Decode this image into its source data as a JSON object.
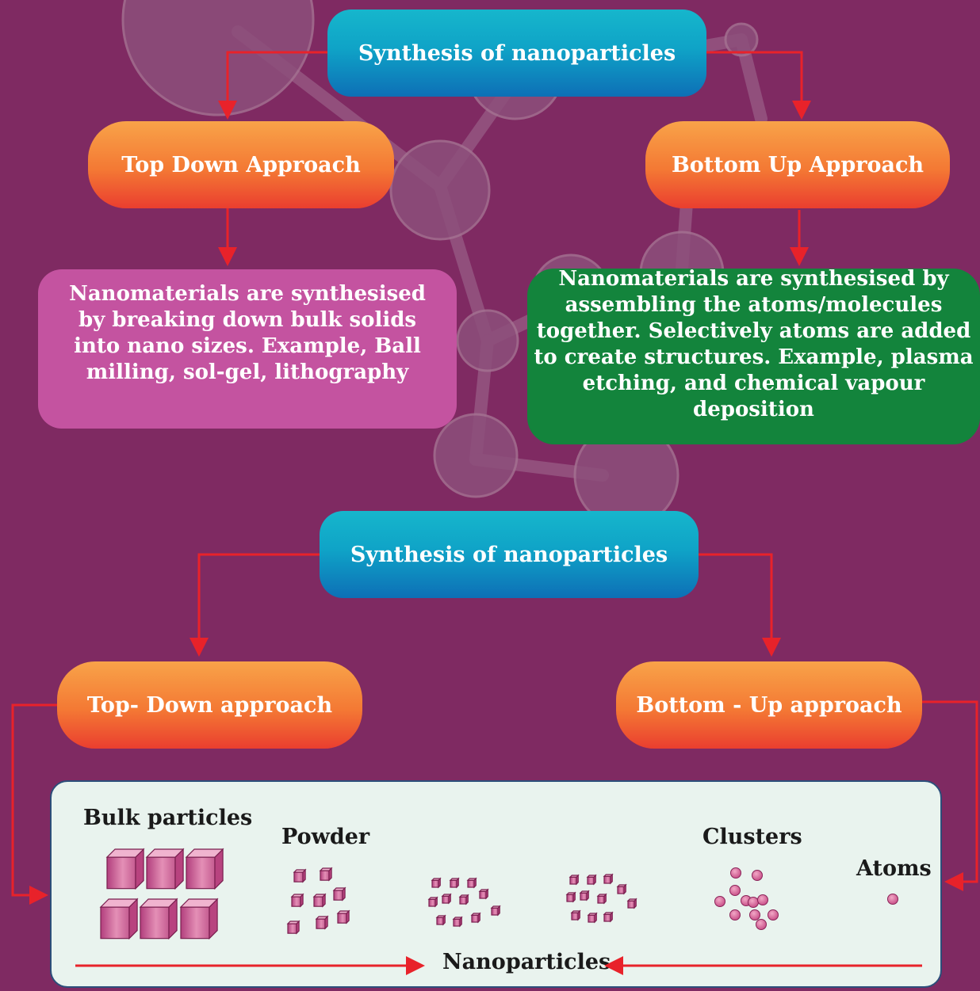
{
  "diagram_top": {
    "title": "Synthesis of nanoparticles",
    "left_approach": "Top Down Approach",
    "right_approach": "Bottom Up Approach",
    "left_description": "Nanomaterials are synthesised by breaking down bulk solids into nano sizes. Example, Ball milling, sol-gel, lithography",
    "right_description": "Nanomaterials are synthesised by assembling the atoms/molecules together. Selectively atoms are added to create structures. Example, plasma etching, and chemical vapour deposition"
  },
  "diagram_bottom": {
    "title": "Synthesis of nanoparticles",
    "left_approach": "Top- Down approach",
    "right_approach": "Bottom - Up approach"
  },
  "particle_panel": {
    "stages": [
      "Bulk particles",
      "Powder",
      "Clusters",
      "Atoms"
    ],
    "result": "Nanoparticles"
  },
  "colors": {
    "background": "#7f2a62",
    "title_pill": "#0fa3c7",
    "approach_pill": "#f47934",
    "top_down_box": "#c453a0",
    "bottom_up_box": "#13843c",
    "arrow": "#e8222a",
    "panel": "#e9f3ee"
  }
}
